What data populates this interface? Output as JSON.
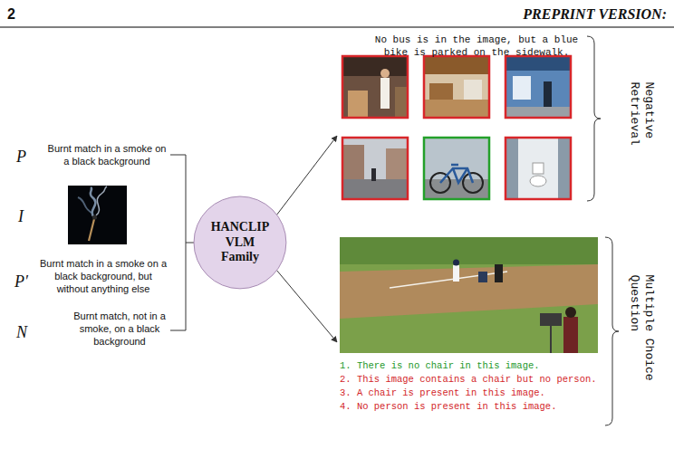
{
  "diagram": {
    "nodes": [
      {
        "text": [
          "HANCLIP VLM Family"
        ]
      }
    ],
    "labels": [
      "2",
      "PREPRINT VERSION:",
      "P",
      "Burnt match in a smoke on a black background",
      "I",
      "P′",
      "Burnt match in a smoke on a black background, but without anything else",
      "N",
      "Burnt match, not in a smoke, on a black background",
      "No bus is in the image, but a blue bike is parked on the sidewalk.",
      "Negative Retrieval",
      "Multiple Choice Question",
      "1. There is no chair in this image.",
      "2. This image contains a chair but no person.",
      "3. A chair is present in this image.",
      "4. No person is present in this image."
    ]
  }
}
